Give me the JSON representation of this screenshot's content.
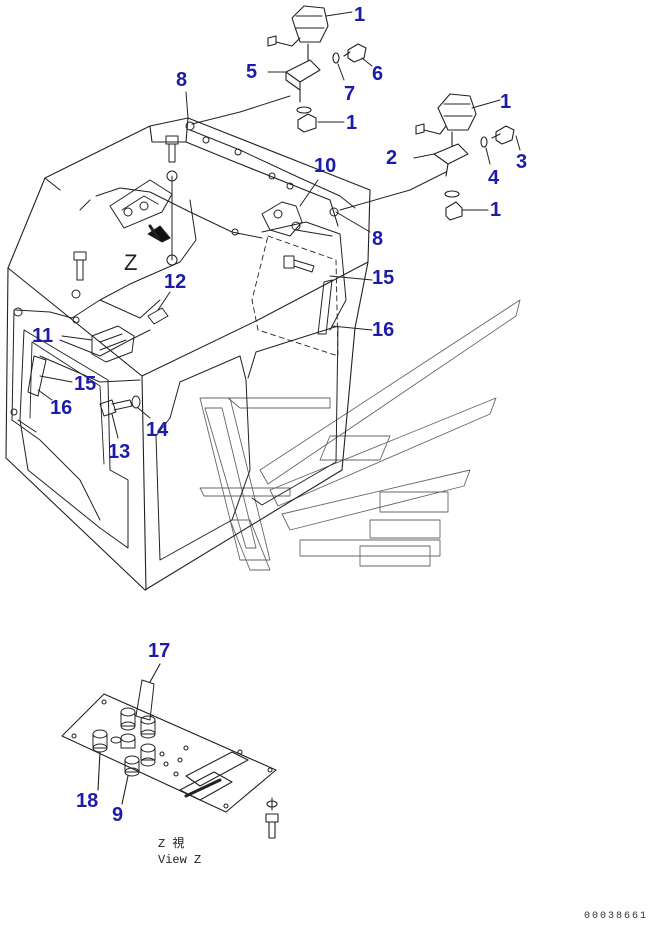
{
  "callouts": {
    "c1a": "1",
    "c1b": "1",
    "c1c": "1",
    "c1d": "1",
    "c2": "2",
    "c3": "3",
    "c4": "4",
    "c5": "5",
    "c6": "6",
    "c7": "7",
    "c8a": "8",
    "c8b": "8",
    "c9": "9",
    "c10": "10",
    "c11": "11",
    "c12": "12",
    "c13": "13",
    "c14": "14",
    "c15a": "15",
    "c15b": "15",
    "c16a": "16",
    "c16b": "16",
    "c17": "17",
    "c18": "18"
  },
  "view_marker": "Z",
  "view_caption": {
    "line1": "Z 視",
    "line2": "View Z"
  },
  "document_number": "00038661",
  "colors": {
    "callout": "#1c1ca8",
    "line": "#222222",
    "watermark": "#555555"
  }
}
